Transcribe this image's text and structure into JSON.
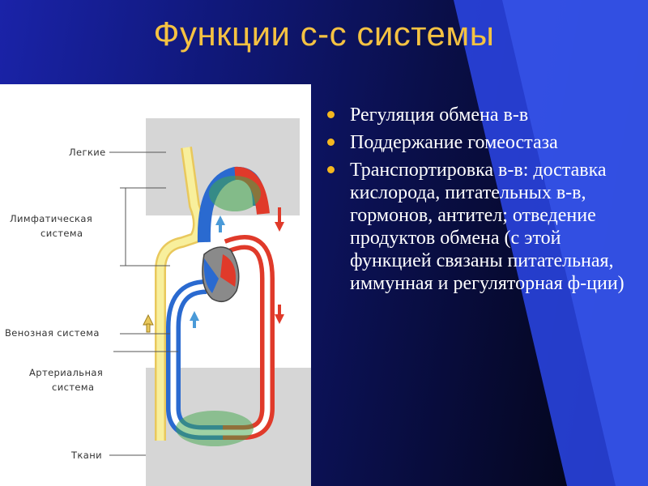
{
  "title": "Функции с-с системы",
  "bullets": [
    "Регуляция обмена в-в",
    "Поддержание гомеостаза",
    "Транспортировка в-в: доставка кислорода, питательных в-в, гормонов, антител; отведение продуктов обмена (с этой функцией связаны питательная, иммунная и регуляторная ф-ции)"
  ],
  "figure": {
    "labels": {
      "lungs": "Легкие",
      "lymph_1": "Лимфатическая",
      "lymph_2": "система",
      "venous": "Венозная система",
      "arterial_1": "Артериальная",
      "arterial_2": "система",
      "tissues": "Ткани"
    }
  },
  "colors": {
    "title": "#f5c242",
    "bullet": "#f5b81f",
    "text": "#ffffff",
    "artery": "#e03a2a",
    "vein": "#2a6ad0",
    "lymph": "#f0e08a"
  }
}
